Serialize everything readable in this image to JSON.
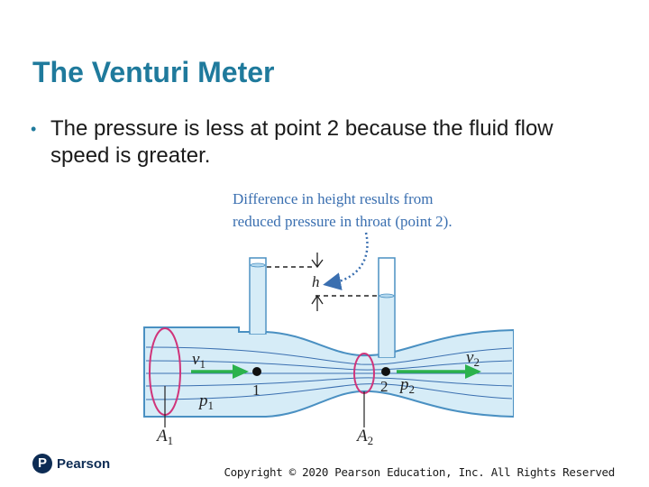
{
  "slide": {
    "title": "The Venturi Meter",
    "bullet": "The pressure is less at point 2 because the fluid flow speed is greater."
  },
  "figure": {
    "callout_line1": "Difference in height results from",
    "callout_line2": "reduced pressure in throat (point 2).",
    "h_label": "h",
    "v1": "v",
    "v1_sub": "1",
    "v2": "v",
    "v2_sub": "2",
    "p1": "p",
    "p1_sub": "1",
    "p2": "p",
    "p2_sub": "2",
    "point1": "1",
    "point2": "2",
    "A1": "A",
    "A1_sub": "1",
    "A2": "A",
    "A2_sub": "2",
    "colors": {
      "fluid": "#d6ecf7",
      "pipe_outline": "#4a90c2",
      "arrow_green": "#2bb24c",
      "cross_section": "#d0347a",
      "callout_text": "#3a6fb0"
    }
  },
  "footer": {
    "logo_letter": "P",
    "logo_name": "Pearson",
    "copyright": "Copyright © 2020 Pearson Education, Inc. All Rights Reserved"
  }
}
